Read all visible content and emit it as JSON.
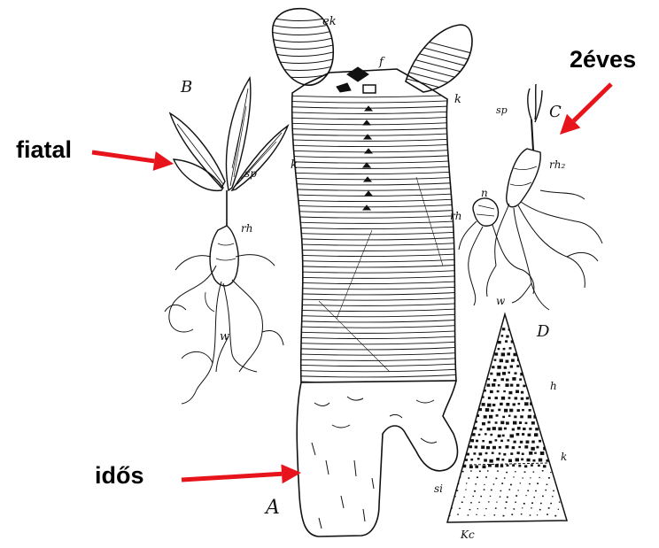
{
  "callouts": {
    "young": "fiatal",
    "two_year": "2éves",
    "old": "idős"
  },
  "panel_letters": {
    "a": "A",
    "b": "B",
    "c": "C",
    "d": "D"
  },
  "drawing_labels": {
    "ek": "ek",
    "f": "f",
    "k": "k",
    "sp": "sp",
    "rh": "rh",
    "w": "w",
    "rh2": "rh₂",
    "n": "n",
    "h": "h",
    "si": "si",
    "kc": "Kc"
  },
  "colors": {
    "arrow": "#e8141b",
    "ink": "#111111"
  }
}
